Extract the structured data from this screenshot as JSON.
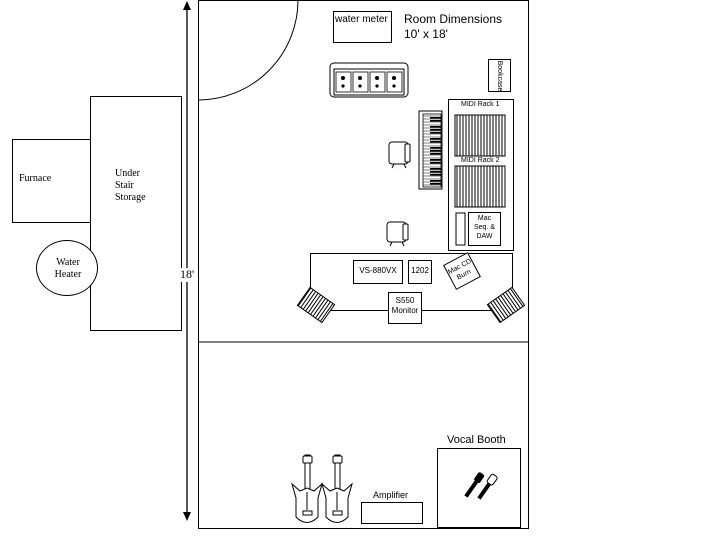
{
  "left_area": {
    "furnace": "Furnace",
    "storage": [
      "Under",
      "Stair",
      "Storage"
    ],
    "water_heater": [
      "Water",
      "Heater"
    ]
  },
  "dimension_18": "18'",
  "room": {
    "water_meter": "water meter",
    "title": "Room Dimensions",
    "size": "10' x 18'",
    "bookcase": "Bookcase",
    "midi_rack_1": "MIDI Rack 1",
    "midi_rack_2": "MIDI Rack 2",
    "mac_seq": [
      "Mac",
      "Seq. &",
      "DAW"
    ],
    "vs880": "VS-880VX",
    "mixer_1202": "1202",
    "mac_cd": [
      "Mac CD",
      "Burn"
    ],
    "monitor": [
      "S550",
      "Monitor"
    ],
    "amplifier": "Amplifier",
    "vocal_booth": "Vocal Booth"
  }
}
